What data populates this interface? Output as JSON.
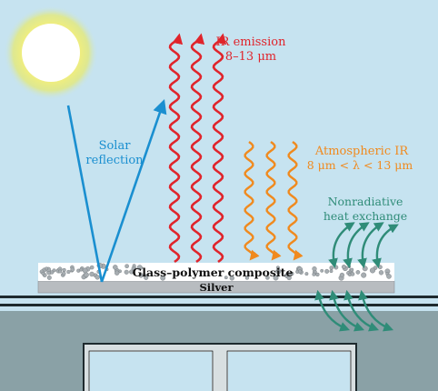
{
  "labels": {
    "solar_line1": "Solar",
    "solar_line2": "reflection",
    "ir_line1": "IR emission",
    "ir_line2": "8–13 μm",
    "atm_line1": "Atmospheric IR",
    "atm_line2": "8 μm < λ < 13 μm",
    "nonrad_line1": "Nonradiative",
    "nonrad_line2": "heat exchange",
    "composite": "Glass–polymer composite",
    "silver": "Silver"
  },
  "colors": {
    "sky": "#c6e3f0",
    "sun_core": "#ffffff",
    "sun_glow": "#f4ee5a",
    "solar_arrow": "#1a8fd0",
    "ir_emission": "#e0242b",
    "atmospheric_ir": "#f08a1e",
    "nonradiative": "#2f8c78",
    "silver": "#b8bcc0",
    "composite": "#ffffff",
    "building": "#8aa1a6",
    "roof_line": "#1e2a2e"
  }
}
